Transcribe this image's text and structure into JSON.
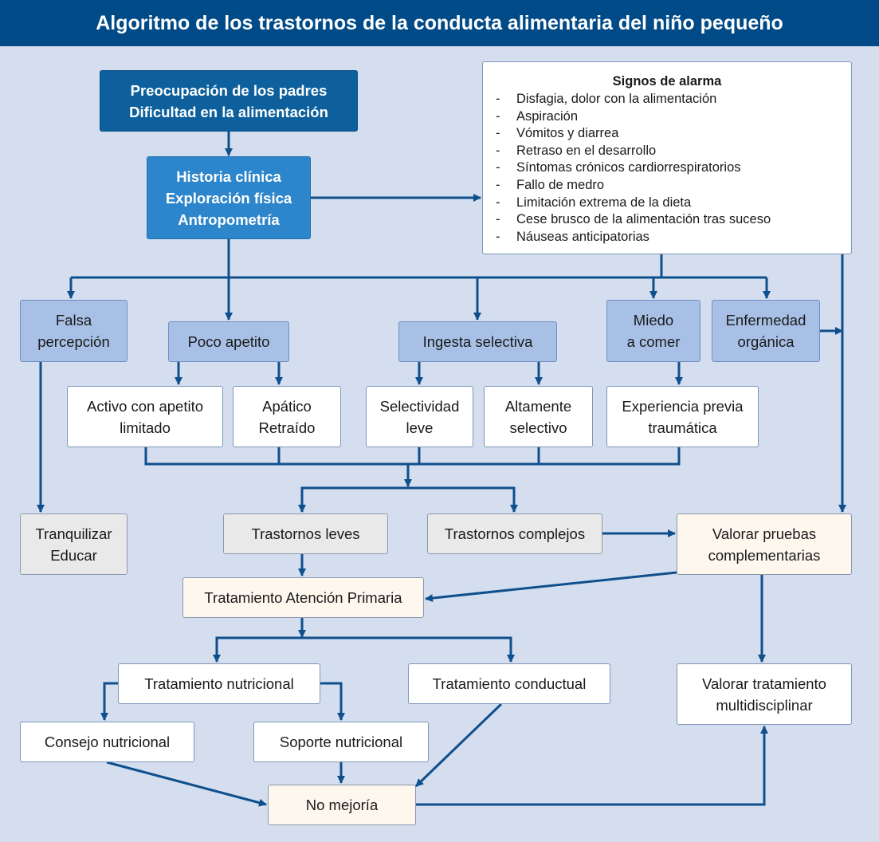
{
  "title": "Algoritmo de los trastornos de la conducta alimentaria del niño pequeño",
  "colors": {
    "header": "#004a87",
    "background": "#d4deef",
    "dark_box": "#0d609c",
    "medium_box": "#2d86cb",
    "light_box": "#a8c0e6",
    "grey_box": "#e9e9ea",
    "cream_box": "#fdf7ee",
    "arrow": "#0e4f8c"
  },
  "nodes": {
    "preocupacion": [
      "Preocupación de los padres",
      "Dificultad en la alimentación"
    ],
    "historia": [
      "Historia clínica",
      "Exploración física",
      "Antropometría"
    ],
    "falsa": [
      "Falsa",
      "percepción"
    ],
    "poco_apetito": [
      "Poco apetito"
    ],
    "ingesta_selectiva": [
      "Ingesta selectiva"
    ],
    "miedo": [
      "Miedo",
      "a comer"
    ],
    "enfermedad": [
      "Enfermedad",
      "orgánica"
    ],
    "activo": [
      "Activo con apetito",
      "limitado"
    ],
    "apatico": [
      "Apático",
      "Retraído"
    ],
    "selectividad_leve": [
      "Selectividad",
      "leve"
    ],
    "altamente": [
      "Altamente",
      "selectivo"
    ],
    "experiencia": [
      "Experiencia previa",
      "traumática"
    ],
    "tranquilizar": [
      "Tranquilizar",
      "Educar"
    ],
    "trastornos_leves": [
      "Trastornos leves"
    ],
    "trastornos_complejos": [
      "Trastornos complejos"
    ],
    "valorar_pruebas": [
      "Valorar pruebas",
      "complementarias"
    ],
    "tratamiento_ap": [
      "Tratamiento Atención Primaria"
    ],
    "tratamiento_nutricional": [
      "Tratamiento nutricional"
    ],
    "tratamiento_conductual": [
      "Tratamiento conductual"
    ],
    "valorar_multi": [
      "Valorar tratamiento",
      "multidisciplinar"
    ],
    "consejo": [
      "Consejo nutricional"
    ],
    "soporte": [
      "Soporte nutricional"
    ],
    "no_mejoria": [
      "No mejoría"
    ]
  },
  "alarm": {
    "title": "Signos de alarma",
    "items": [
      "Disfagia, dolor con la alimentación",
      "Aspiración",
      "Vómitos y diarrea",
      "Retraso en el desarrollo",
      "Síntomas crónicos cardiorrespiratorios",
      "Fallo de medro",
      "Limitación extrema de la dieta",
      "Cese brusco de la alimentación tras suceso",
      "Náuseas anticipatorias"
    ]
  }
}
